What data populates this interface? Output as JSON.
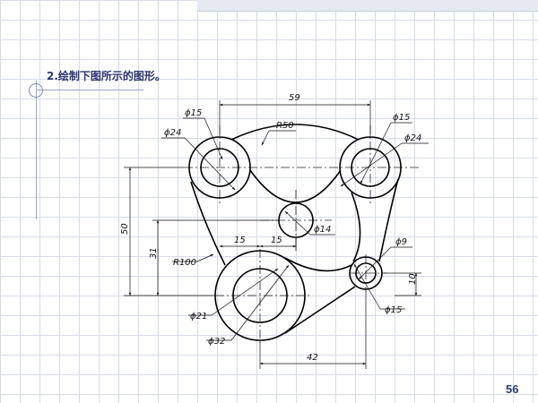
{
  "title": "2.绘制下图所示的图形。",
  "page_number": "56",
  "dimensions": {
    "top_width": "59",
    "r_arc": "R50",
    "phi_15_left": "ϕ15",
    "phi_24_left": "ϕ24",
    "phi_15_right": "ϕ15",
    "phi_24_right": "ϕ24",
    "phi_14": "ϕ14",
    "offset_left": "15",
    "offset_right": "15",
    "height_50": "50",
    "height_31": "31",
    "r_100": "R100",
    "phi_9": "ϕ9",
    "offset_10": "10",
    "phi_15_small": "ϕ15",
    "phi_21": "ϕ21",
    "phi_32": "ϕ32",
    "bottom_width": "42"
  }
}
